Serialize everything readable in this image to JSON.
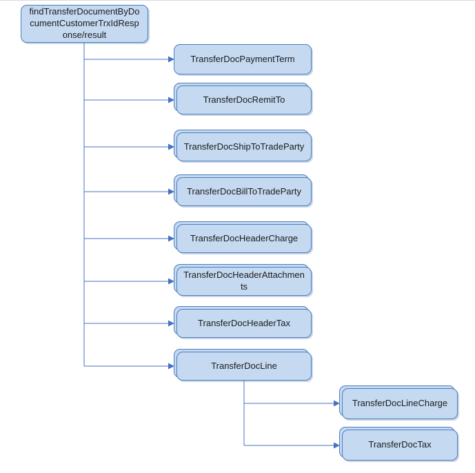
{
  "colors": {
    "node_fill": "#C5D9F1",
    "node_border": "#4A7DBE",
    "connector": "#4472C4",
    "text": "#1B1B1B"
  },
  "nodes": {
    "root": {
      "label": "findTransferDocumentByDocumentCustomerTrxIdResponse/result",
      "occurrence": "single"
    },
    "children": [
      {
        "label": "TransferDocPaymentTerm",
        "occurrence": "single"
      },
      {
        "label": "TransferDocRemitTo",
        "occurrence": "multiple"
      },
      {
        "label": "TransferDocShipToTradeParty",
        "occurrence": "multiple"
      },
      {
        "label": "TransferDocBillToTradeParty",
        "occurrence": "multiple"
      },
      {
        "label": "TransferDocHeaderCharge",
        "occurrence": "multiple"
      },
      {
        "label": "TransferDocHeaderAttachments",
        "occurrence": "multiple"
      },
      {
        "label": "TransferDocHeaderTax",
        "occurrence": "multiple"
      },
      {
        "label": "TransferDocLine",
        "occurrence": "multiple",
        "children": [
          {
            "label": "TransferDocLineCharge",
            "occurrence": "multiple"
          },
          {
            "label": "TransferDocTax",
            "occurrence": "multiple"
          }
        ]
      }
    ]
  }
}
